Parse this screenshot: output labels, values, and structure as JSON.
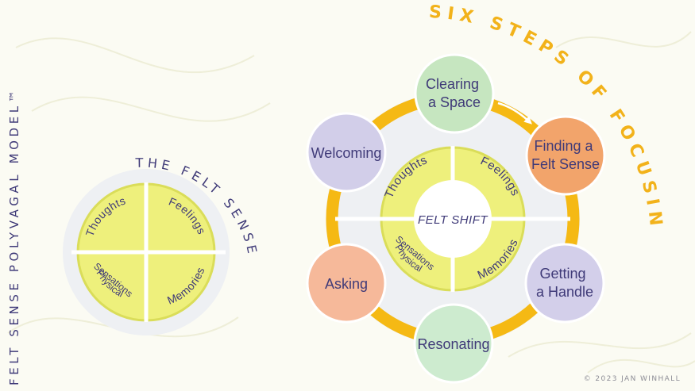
{
  "side_title": "FELT SENSE POLYVAGAL MODEL™",
  "copyright": "© 2023 JAN WINHALL",
  "felt_sense": {
    "title": "THE FELT SENSE",
    "quadrants": {
      "thoughts": "Thoughts",
      "feelings": "Feelings",
      "physical_1": "Physical",
      "physical_2": "Sensations",
      "memories": "Memories"
    }
  },
  "focusing": {
    "title": "SIX STEPS OF FOCUSING",
    "center": "FELT SHIFT",
    "ring": {
      "thoughts": "Thoughts",
      "feelings": "Feelings",
      "physical_1": "Physical",
      "physical_2": "Sensations",
      "memories": "Memories"
    },
    "steps": [
      {
        "line1": "Clearing",
        "line2": "a Space",
        "color": "#c6e6c0"
      },
      {
        "line1": "Finding a",
        "line2": "Felt Sense",
        "color": "#f2a46b"
      },
      {
        "line1": "Getting",
        "line2": "a Handle",
        "color": "#d3cfea"
      },
      {
        "line1": "Resonating",
        "line2": "",
        "color": "#cdebcf"
      },
      {
        "line1": "Asking",
        "line2": "",
        "color": "#f6b99a"
      },
      {
        "line1": "Welcoming",
        "line2": "",
        "color": "#d2cee9"
      }
    ]
  },
  "colors": {
    "yellow": "#eef07c",
    "yellow_stroke": "#dadd59",
    "orange_ring": "#f5b914",
    "title_orange": "#f2b21a",
    "purple_text": "#3f3a78",
    "grey_disc": "#eef0f3",
    "background": "#fbfbf3"
  }
}
